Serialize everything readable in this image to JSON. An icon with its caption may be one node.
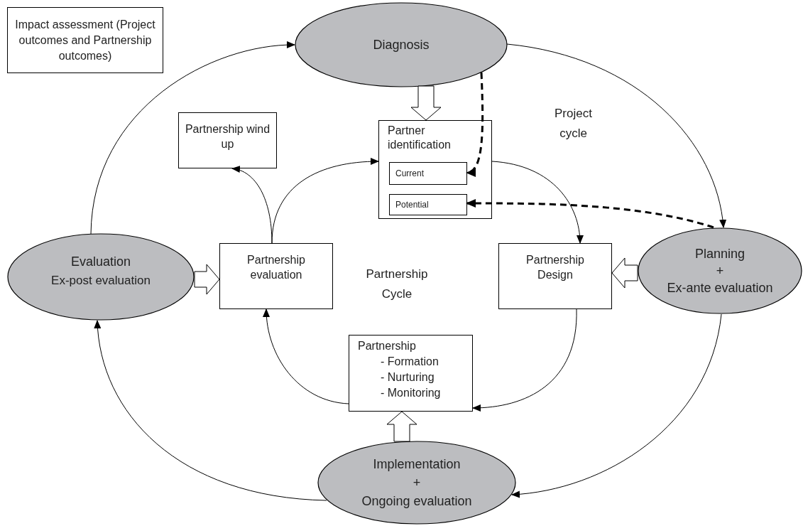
{
  "diagram": {
    "nodes": [
      {
        "text": [
          "Impact assessment (Project outcomes and Partnership outcomes)"
        ]
      },
      {
        "text": [
          "Diagnosis"
        ]
      },
      {
        "text": [
          "Partnership wind up"
        ]
      },
      {
        "text": [
          "Partner identification"
        ]
      },
      {
        "text": [
          "Current"
        ],
        "in": 3
      },
      {
        "text": [
          "Potential"
        ],
        "in": 3
      },
      {
        "text": [
          "Evaluation",
          "Ex-post evaluation"
        ]
      },
      {
        "text": [
          "Partnership evaluation"
        ]
      },
      {
        "text": [
          "Partnership Design"
        ]
      },
      {
        "text": [
          "Planning",
          "+",
          "Ex-ante evaluation"
        ]
      },
      {
        "text": [
          "Partnership",
          "- Formation",
          "- Nurturing",
          "- Monitoring"
        ]
      },
      {
        "text": [
          "Implementation",
          "+",
          "Ongoing evaluation"
        ]
      }
    ],
    "edges": [
      {
        "from": 1,
        "to": 9,
        "arrow": "to"
      },
      {
        "from": 9,
        "to": 11,
        "arrow": "to"
      },
      {
        "from": 11,
        "to": 6,
        "arrow": "to"
      },
      {
        "from": 6,
        "to": 1,
        "arrow": "to"
      },
      {
        "from": 1,
        "to": 3,
        "arrow": "to",
        "style": "thick"
      },
      {
        "from": 6,
        "to": 7,
        "arrow": "to",
        "style": "thick"
      },
      {
        "from": 9,
        "to": 8,
        "arrow": "to",
        "style": "thick"
      },
      {
        "from": 11,
        "to": 10,
        "arrow": "to",
        "style": "thick"
      },
      {
        "from": 3,
        "to": 8,
        "arrow": "to"
      },
      {
        "from": 8,
        "to": 10,
        "arrow": "to"
      },
      {
        "from": 10,
        "to": 7,
        "arrow": "to"
      },
      {
        "from": 7,
        "to": 3,
        "arrow": "to"
      },
      {
        "from": 7,
        "to": 2,
        "arrow": "to"
      },
      {
        "from": 1,
        "to": 4,
        "arrow": "to",
        "style": "dashed"
      },
      {
        "from": 9,
        "to": 5,
        "arrow": "to",
        "style": "dashed"
      }
    ],
    "labels": [
      "Project cycle",
      "Partnership Cycle"
    ]
  }
}
